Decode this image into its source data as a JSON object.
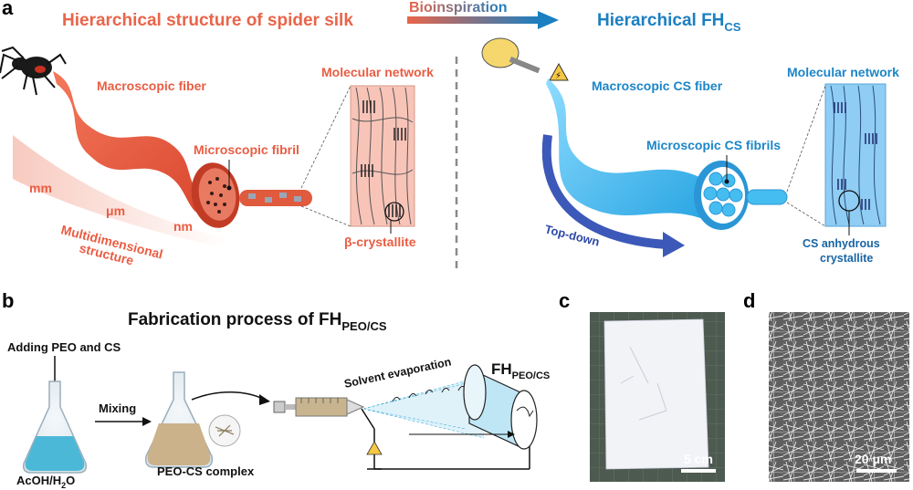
{
  "panels": {
    "a": "a",
    "b": "b",
    "c": "c",
    "d": "d"
  },
  "panel_a": {
    "title_left": "Hierarchical structure of spider silk",
    "bioinspiration": "Bioinspiration",
    "title_right_main": "Hierarchical FH",
    "title_right_sub": "CS",
    "left": {
      "macroscopic_fiber": "Macroscopic fiber",
      "microscopic_fibril": "Microscopic fibril",
      "molecular_network": "Molecular network",
      "beta_crystallite": "β-crystallite",
      "scale_mm": "mm",
      "scale_um": "μm",
      "scale_nm": "nm",
      "multidimensional_1": "Multidimensional",
      "multidimensional_2": "structure"
    },
    "right": {
      "macroscopic_cs_fiber": "Macroscopic CS fiber",
      "microscopic_cs_fibrils": "Microscopic CS fibrils",
      "molecular_network": "Molecular network",
      "top_down": "Top-down",
      "cs_anhydrous_1": "CS anhydrous",
      "cs_anhydrous_2": "crystallite"
    }
  },
  "panel_b": {
    "title_main": "Fabrication process of FH",
    "title_sub": "PEO/CS",
    "adding": "Adding PEO and CS",
    "solvent_main": "AcOH/H",
    "solvent_sub": "2",
    "solvent_end": "O",
    "mixing": "Mixing",
    "complex": "PEO-CS complex",
    "evaporation": "Solvent evaporation",
    "fh_main": "FH",
    "fh_sub": "PEO/CS"
  },
  "panel_c": {
    "scale_bar": "5 cm"
  },
  "panel_d": {
    "scale_bar": "20 μm"
  },
  "colors": {
    "red": "#e8654a",
    "blue": "#1b7fc1",
    "cyan": "#46bdf0",
    "solution_blue": "#4cb8d8",
    "solution_tan": "#cbb28a"
  }
}
